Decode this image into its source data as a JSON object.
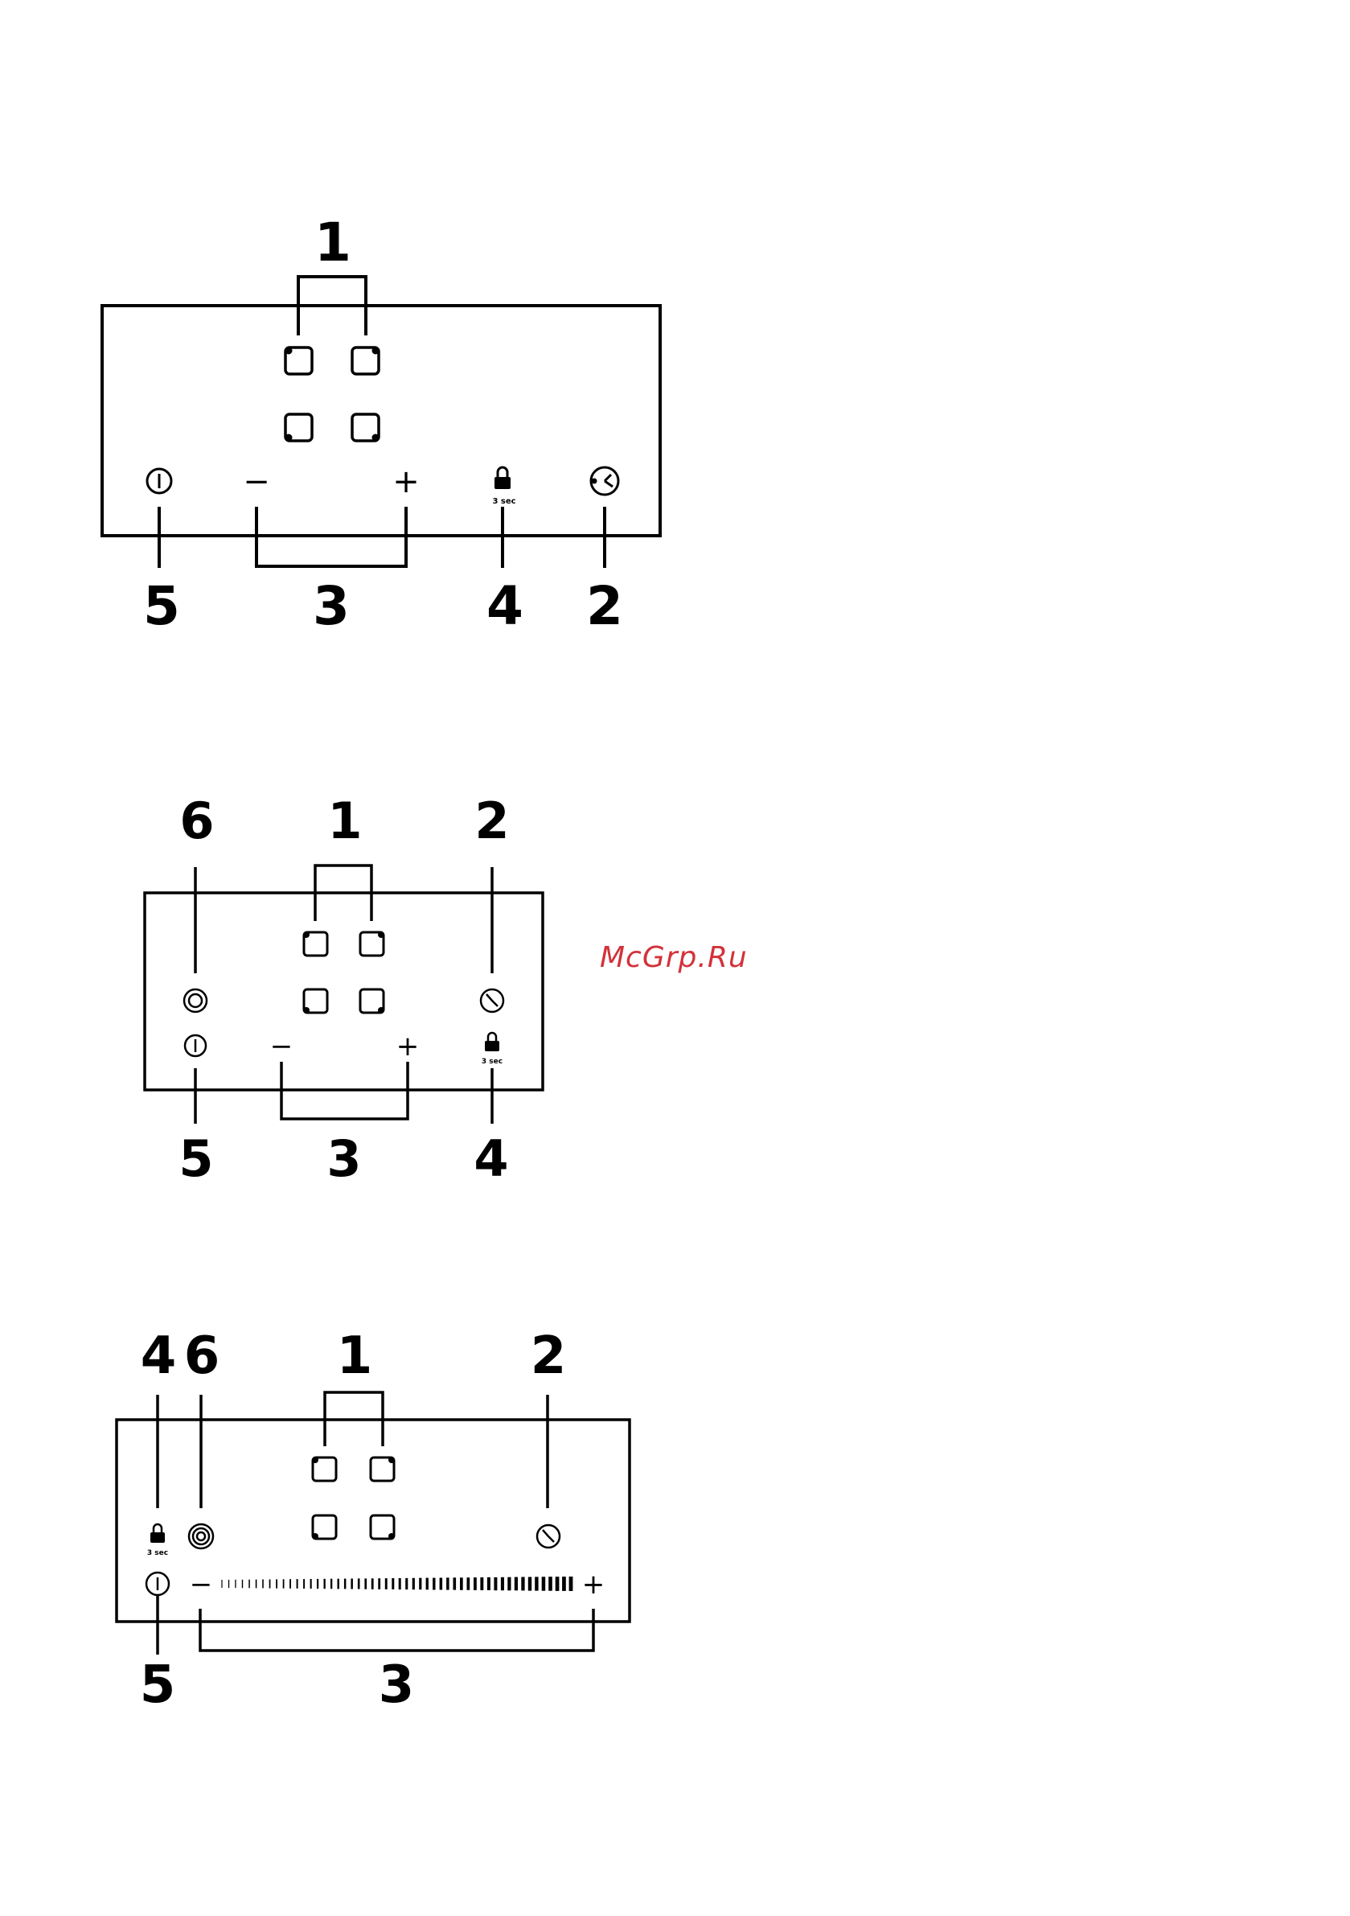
{
  "diagram_1": {
    "callouts": {
      "c1": "1",
      "c2": "2",
      "c3": "3",
      "c4": "4",
      "c5": "5"
    },
    "lock_caption": "3 sec",
    "minus_symbol": "−",
    "plus_symbol": "+",
    "icons": [
      "zone-button-icon",
      "power-icon",
      "lock-icon",
      "timer-icon"
    ]
  },
  "diagram_2": {
    "callouts": {
      "c1": "1",
      "c2": "2",
      "c3": "3",
      "c4": "4",
      "c5": "5",
      "c6": "6"
    },
    "lock_caption": "3 sec",
    "minus_symbol": "−",
    "plus_symbol": "+",
    "icons": [
      "zone-button-icon",
      "power-icon",
      "lock-icon",
      "timer-icon",
      "dual-zone-icon"
    ]
  },
  "diagram_3": {
    "callouts": {
      "c1": "1",
      "c2": "2",
      "c3": "3",
      "c4": "4",
      "c5": "5",
      "c6": "6"
    },
    "lock_caption": "3 sec",
    "minus_symbol": "−",
    "plus_symbol": "+",
    "icons": [
      "zone-button-icon",
      "power-icon",
      "lock-icon",
      "timer-icon",
      "triple-zone-icon",
      "slider-scale"
    ]
  },
  "watermark": "McGrp.Ru",
  "colors": {
    "ink": "#000000",
    "watermark": "#d3323a",
    "background": "#ffffff"
  }
}
